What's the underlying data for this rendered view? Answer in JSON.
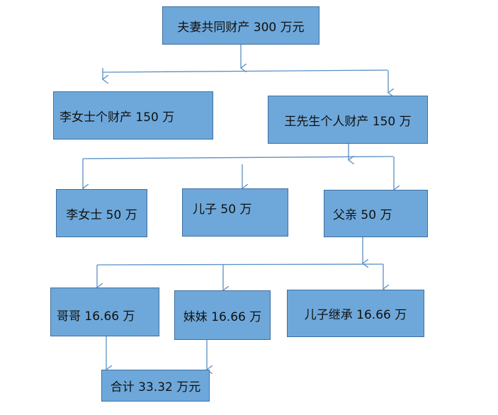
{
  "nodes": {
    "root": "夫妻共同财产 300 万元",
    "li_share": "李女士个财产 150 万",
    "wang_share": "王先生个人财产 150 万",
    "li_inherit": "李女士 50 万",
    "son_inherit": "儿子 50 万",
    "father_inherit": "父亲 50 万",
    "brother": "哥哥 16.66 万",
    "sister": "妹妹 16.66 万",
    "son_from_father": "儿子继承 16.66 万",
    "total": "合计 33.32 万元"
  },
  "colors": {
    "box_fill": "#6ea8da",
    "box_border": "#3f6f9e",
    "connector": "#5b8fc4"
  }
}
